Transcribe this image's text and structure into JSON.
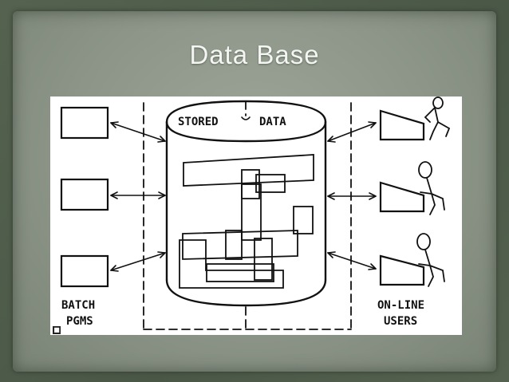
{
  "slide": {
    "title": "Data Base"
  },
  "diagram": {
    "stored_data_label_left": "STORED",
    "stored_data_label_right": "DATA",
    "batch_label_line1": "BATCH",
    "batch_label_line2": "PGMS",
    "online_label_line1": "ON-LINE",
    "online_label_line2": "USERS",
    "batch_programs": 3,
    "online_users": 3
  },
  "colors": {
    "background": "#4f5c4c",
    "panel": "#8c9588",
    "title_text": "#f4f6f2",
    "diagram_bg": "#ffffff",
    "ink": "#111111"
  }
}
